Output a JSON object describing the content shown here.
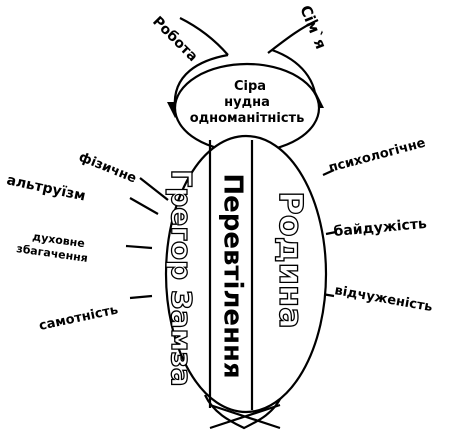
{
  "top_arcs": {
    "left": "Робота",
    "right": "Сім`я"
  },
  "head": {
    "line1": "Сіра",
    "line2": "нудна",
    "line3": "одноманітність"
  },
  "body_columns": {
    "left": "Грегор Замза",
    "middle": "Перевтілення",
    "right": "Родина"
  },
  "left_legs": [
    "фізичне",
    "альтруїзм",
    "духовне",
    "збагачення",
    "самотність"
  ],
  "right_legs": [
    "психологічне",
    "байдужість",
    "відчуженість"
  ]
}
